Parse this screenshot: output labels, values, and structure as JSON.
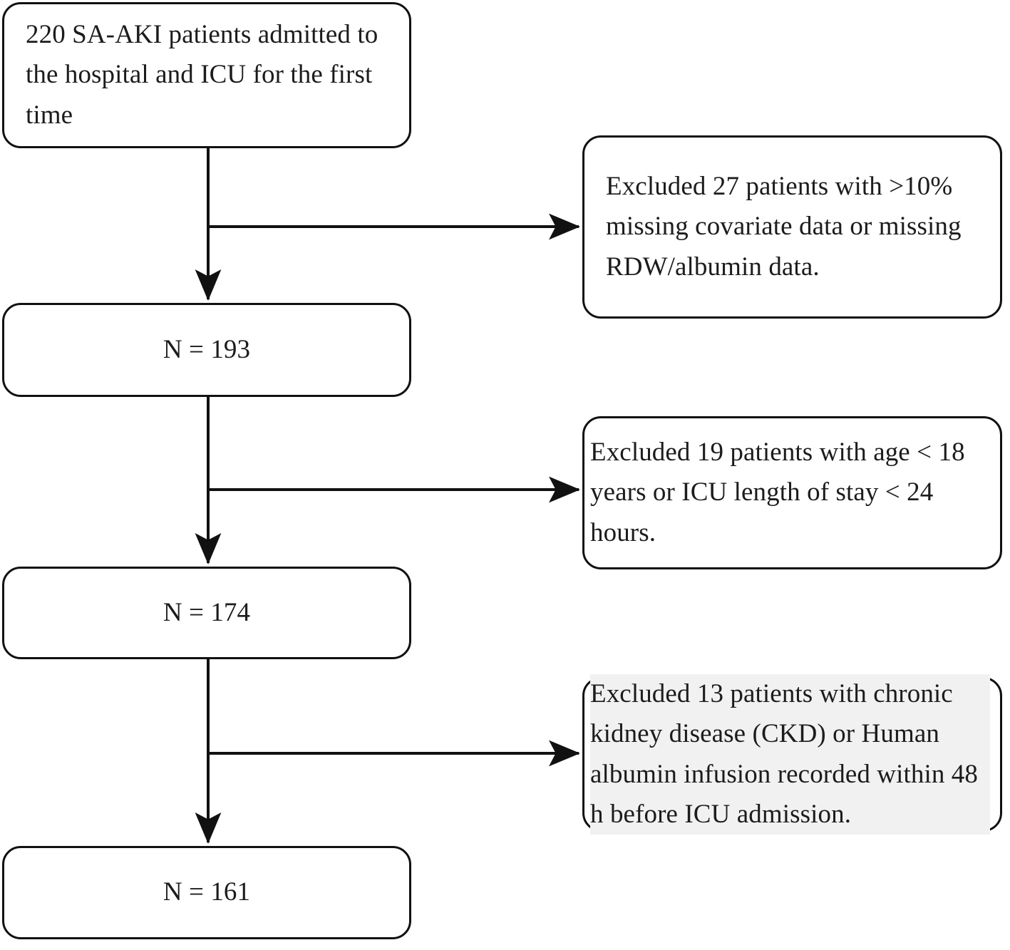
{
  "diagram": {
    "type": "flowchart",
    "title": "Patient selection flow diagram",
    "orientation": "top-to-bottom",
    "stroke_color": "#111111",
    "background_color": "#ffffff",
    "highlight_color": "#f1f1f1"
  },
  "nodes": {
    "source": {
      "id": "source-cohort",
      "text": "220 SA-AKI patients admitted to the hospital and ICU for the first time",
      "count": 220
    },
    "cohort_1": {
      "id": "cohort-193",
      "text": "N = 193",
      "count": 193
    },
    "cohort_2": {
      "id": "cohort-174",
      "text": "N = 174",
      "count": 174
    },
    "cohort_3": {
      "id": "cohort-161",
      "text": "N = 161",
      "count": 161
    },
    "exclusion_1": {
      "id": "exclusion-27",
      "text": "Excluded 27 patients with >10% missing covariate data or missing RDW/albumin data.",
      "excluded": 27,
      "highlighted": false
    },
    "exclusion_2": {
      "id": "exclusion-19",
      "text": "Excluded 19 patients with age < 18 years or ICU length of stay < 24 hours.",
      "excluded": 19,
      "highlighted": false
    },
    "exclusion_3": {
      "id": "exclusion-13",
      "text": "Excluded 13 patients with chronic kidney disease (CKD) or Human albumin infusion recorded within 48 h before ICU admission.",
      "excluded": 13,
      "highlighted": true
    }
  },
  "edges": [
    {
      "id": "edge-source-to-193",
      "from": "source-cohort",
      "to": "cohort-193",
      "direction": "down",
      "arrow": true
    },
    {
      "id": "edge-branch-27",
      "from": "source-cohort",
      "to": "exclusion-27",
      "direction": "right",
      "arrow": true
    },
    {
      "id": "edge-193-to-174",
      "from": "cohort-193",
      "to": "cohort-174",
      "direction": "down",
      "arrow": true
    },
    {
      "id": "edge-branch-19",
      "from": "cohort-193",
      "to": "exclusion-19",
      "direction": "right",
      "arrow": true
    },
    {
      "id": "edge-174-to-161",
      "from": "cohort-174",
      "to": "cohort-161",
      "direction": "down",
      "arrow": true
    },
    {
      "id": "edge-branch-13",
      "from": "cohort-174",
      "to": "exclusion-13",
      "direction": "right",
      "arrow": true
    }
  ]
}
